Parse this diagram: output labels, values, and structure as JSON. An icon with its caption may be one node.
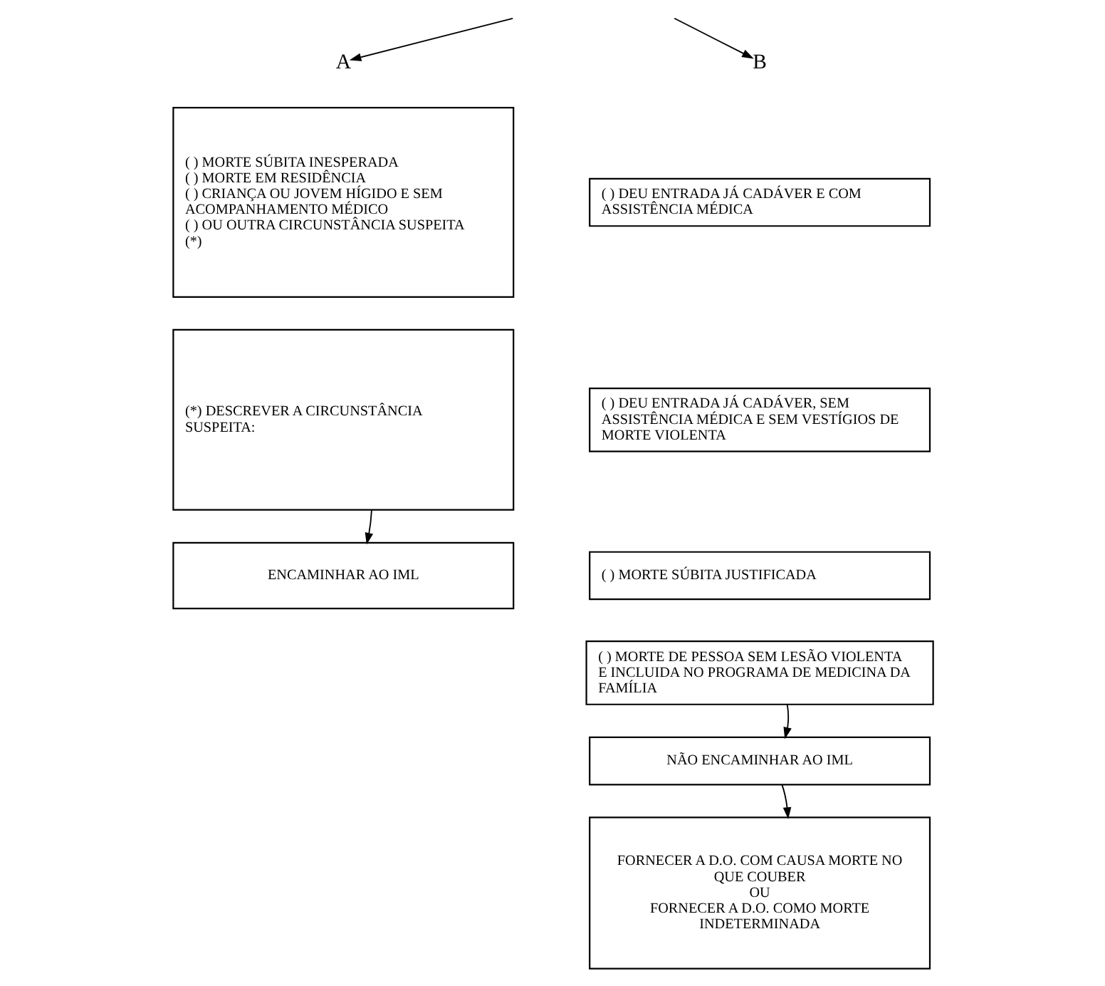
{
  "diagram": {
    "nodes": [
      {
        "text": [
          "A"
        ]
      },
      {
        "text": [
          "B"
        ]
      },
      {
        "text": [
          "( ) MORTE SÚBITA INESPERADA",
          "( ) MORTE EM RESIDÊNCIA",
          "( ) CRIANÇA OU JOVEM HÍGIDO E SEM ACOMPANHAMENTO MÉDICO",
          "( ) OU OUTRA CIRCUNSTÂNCIA SUSPEITA (*)"
        ]
      },
      {
        "text": [
          "(*) DESCREVER A CIRCUNSTÂNCIA SUSPEITA:"
        ]
      },
      {
        "text": [
          "ENCAMINHAR AO IML"
        ]
      },
      {
        "text": [
          "( ) DEU ENTRADA JÁ CADÁVER E COM ASSISTÊNCIA MÉDICA"
        ]
      },
      {
        "text": [
          "( ) DEU ENTRADA JÁ CADÁVER, SEM ASSISTÊNCIA MÉDICA E SEM VESTÍGIOS DE MORTE VIOLENTA"
        ]
      },
      {
        "text": [
          "( ) MORTE SÚBITA JUSTIFICADA"
        ]
      },
      {
        "text": [
          "( ) MORTE DE PESSOA SEM LESÃO VIOLENTA E INCLUIDA NO PROGRAMA DE MEDICINA DA FAMÍLIA"
        ]
      },
      {
        "text": [
          "NÃO ENCAMINHAR AO IML"
        ]
      },
      {
        "text": [
          "FORNECER A D.O. COM CAUSA MORTE NO QUE COUBER",
          "OU",
          "FORNECER A D.O. COMO MORTE INDETERMINADA"
        ]
      }
    ],
    "edges": [
      {
        "from": null,
        "to": 0,
        "arrow": "to"
      },
      {
        "from": null,
        "to": 1,
        "arrow": "to"
      },
      {
        "from": 3,
        "to": 4,
        "arrow": "to"
      },
      {
        "from": 8,
        "to": 9,
        "arrow": "to"
      },
      {
        "from": 9,
        "to": 10,
        "arrow": "to"
      }
    ]
  }
}
